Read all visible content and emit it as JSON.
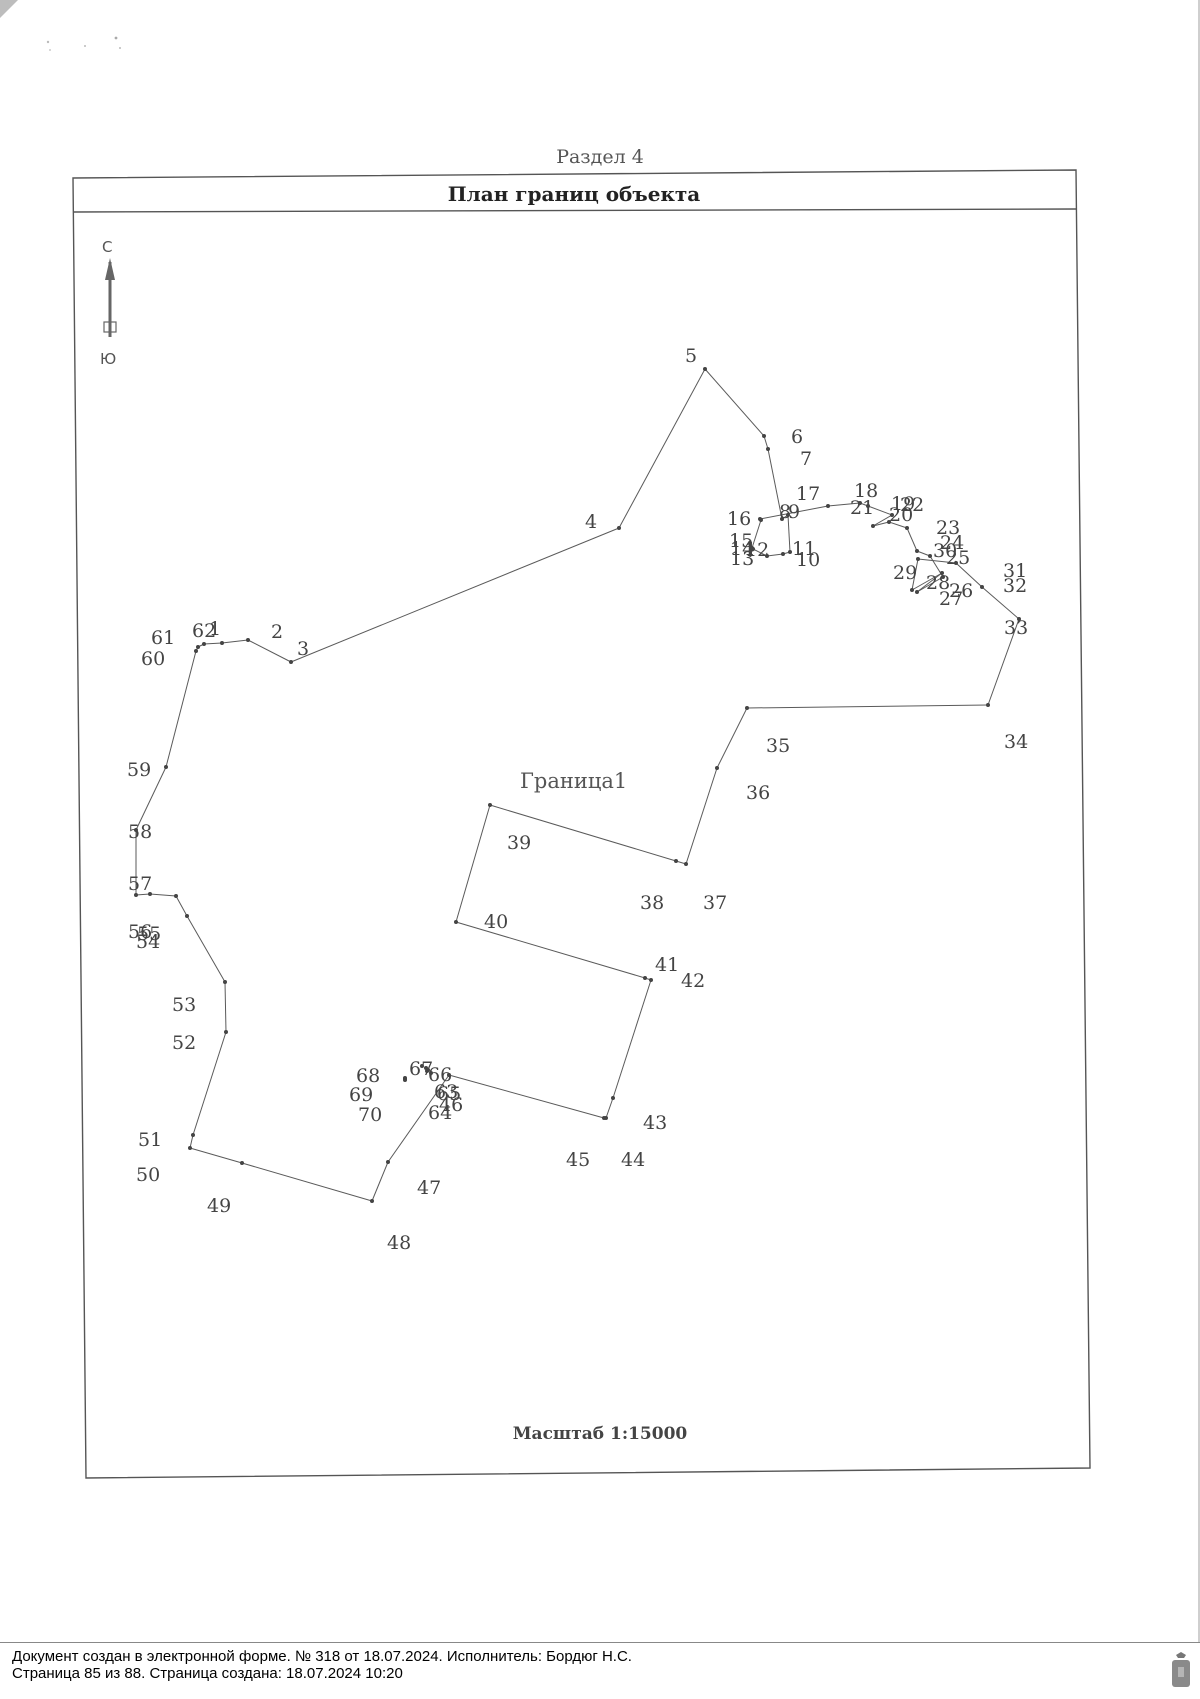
{
  "section": "Раздел 4",
  "plan_title": "План границ объекта",
  "compass": {
    "north": "С",
    "south": "Ю"
  },
  "boundary_name": "Граница1",
  "scale": "Масштаб 1:15000",
  "footer": {
    "line1": "Документ создан в электронной форме. № 318 от 18.07.2024. Исполнитель: Бордюг Н.С.",
    "line2": "Страница 85 из 88. Страница создана: 18.07.2024 10:20"
  },
  "points": [
    {
      "n": "1"
    },
    {
      "n": "2"
    },
    {
      "n": "3"
    },
    {
      "n": "4"
    },
    {
      "n": "5"
    },
    {
      "n": "6"
    },
    {
      "n": "7"
    },
    {
      "n": "8"
    },
    {
      "n": "9"
    },
    {
      "n": "10"
    },
    {
      "n": "11"
    },
    {
      "n": "12"
    },
    {
      "n": "13"
    },
    {
      "n": "14"
    },
    {
      "n": "15"
    },
    {
      "n": "16"
    },
    {
      "n": "17"
    },
    {
      "n": "18"
    },
    {
      "n": "19"
    },
    {
      "n": "20"
    },
    {
      "n": "21"
    },
    {
      "n": "22"
    },
    {
      "n": "23"
    },
    {
      "n": "24"
    },
    {
      "n": "25"
    },
    {
      "n": "26"
    },
    {
      "n": "27"
    },
    {
      "n": "28"
    },
    {
      "n": "29"
    },
    {
      "n": "30"
    },
    {
      "n": "31"
    },
    {
      "n": "32"
    },
    {
      "n": "33"
    },
    {
      "n": "34"
    },
    {
      "n": "35"
    },
    {
      "n": "36"
    },
    {
      "n": "37"
    },
    {
      "n": "38"
    },
    {
      "n": "39"
    },
    {
      "n": "40"
    },
    {
      "n": "41"
    },
    {
      "n": "42"
    },
    {
      "n": "43"
    },
    {
      "n": "44"
    },
    {
      "n": "45"
    },
    {
      "n": "46"
    },
    {
      "n": "47"
    },
    {
      "n": "48"
    },
    {
      "n": "49"
    },
    {
      "n": "50"
    },
    {
      "n": "51"
    },
    {
      "n": "52"
    },
    {
      "n": "53"
    },
    {
      "n": "54"
    },
    {
      "n": "55"
    },
    {
      "n": "56"
    },
    {
      "n": "57"
    },
    {
      "n": "58"
    },
    {
      "n": "59"
    },
    {
      "n": "60"
    },
    {
      "n": "61"
    },
    {
      "n": "62"
    },
    {
      "n": "63"
    },
    {
      "n": "64"
    },
    {
      "n": "65"
    },
    {
      "n": "66"
    },
    {
      "n": "67"
    },
    {
      "n": "68"
    },
    {
      "n": "69"
    },
    {
      "n": "70"
    }
  ]
}
